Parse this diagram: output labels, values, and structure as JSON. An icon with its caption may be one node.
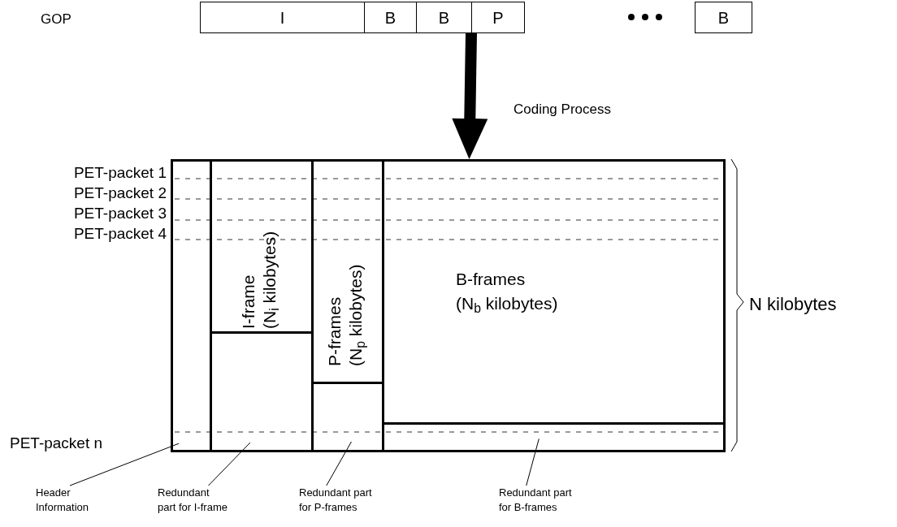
{
  "diagram": {
    "nodes": [
      {
        "text": [
          "I"
        ]
      },
      {
        "text": [
          "B"
        ]
      },
      {
        "text": [
          "B"
        ]
      },
      {
        "text": [
          "P"
        ]
      },
      {
        "text": [
          "B"
        ]
      },
      {
        "text": [],
        "shape": "box"
      },
      {
        "text": [],
        "shape": "box",
        "in": 5
      },
      {
        "text": [
          "I-frame",
          "(N$_{i}$ kilobytes)"
        ],
        "in": 5
      },
      {
        "text": [],
        "shape": "box",
        "in": 5
      },
      {
        "text": [
          "P-frames",
          "(N$_{p}$ kilobytes)"
        ],
        "in": 5
      },
      {
        "text": [],
        "shape": "box",
        "in": 5
      },
      {
        "text": [
          "B-frames",
          "(N$_{b}$ kilobytes)"
        ],
        "in": 5
      },
      {
        "text": [],
        "shape": "box",
        "in": 5
      },
      {
        "text": [
          "Header Information"
        ]
      },
      {
        "text": [
          "Redundant part for I-frame"
        ]
      },
      {
        "text": [
          "Redundant part for P-frames"
        ]
      },
      {
        "text": [
          "Redundant part for B-frames"
        ]
      }
    ],
    "edges": [
      {
        "from": 2,
        "to": 5,
        "arrow": "to",
        "label": "Coding Process",
        "style": "thick"
      },
      {
        "from": 13,
        "to": 6,
        "arrow": "none"
      },
      {
        "from": 14,
        "to": 8,
        "arrow": "none"
      },
      {
        "from": 15,
        "to": 10,
        "arrow": "none"
      },
      {
        "from": 16,
        "to": 12,
        "arrow": "none"
      }
    ],
    "labels": [
      "GOP",
      "PET-packet 1",
      "PET-packet 2",
      "PET-packet 3",
      "PET-packet 4",
      "PET-packet n",
      "N kilobytes"
    ]
  }
}
